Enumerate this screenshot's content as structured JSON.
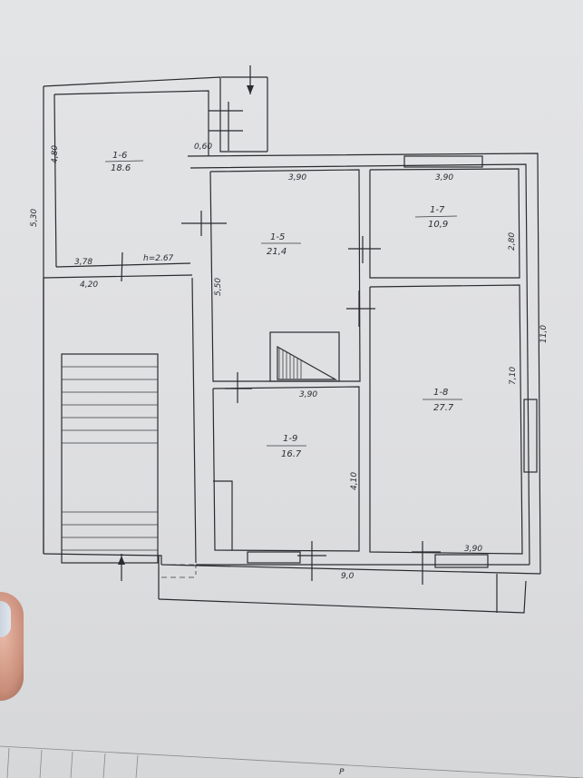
{
  "rooms": [
    {
      "id": "1-6",
      "area": "18.6"
    },
    {
      "id": "1-5",
      "area": "21,4"
    },
    {
      "id": "1-7",
      "area": "10,9"
    },
    {
      "id": "1-8",
      "area": "27.7"
    },
    {
      "id": "1-9",
      "area": "16.7"
    }
  ],
  "dimensions": {
    "top_left_height": "4,80",
    "top_left_outer": "5,30",
    "opening": "0,60",
    "room15_width": "3,90",
    "room17_width": "3,90",
    "room17_height": "2,80",
    "overall_height": "11,0",
    "room18_height": "7,10",
    "bottom_left": "3,78",
    "ceiling_height": "h=2.67",
    "stair_width": "4,20",
    "room15_depth": "5,50",
    "room19_width": "3,90",
    "room19_depth": "4,10",
    "room18_width": "3,90",
    "overall_width": "9,0"
  },
  "page_marks": {
    "corner_letter": "P"
  }
}
